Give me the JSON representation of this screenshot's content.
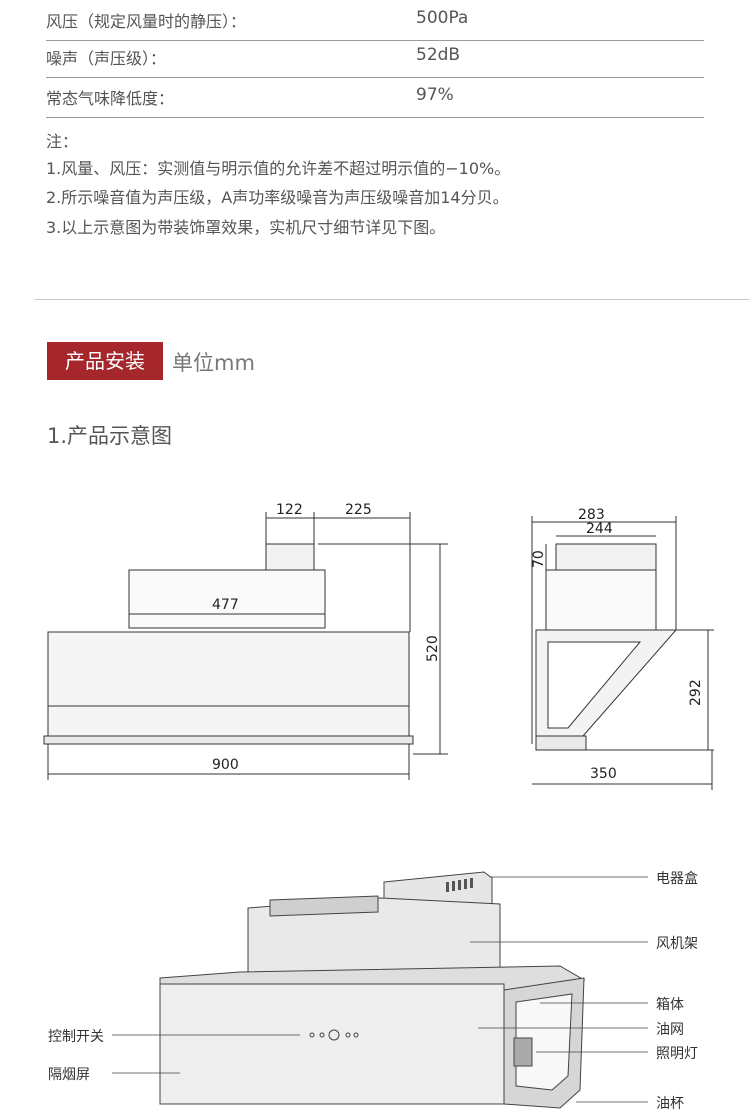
{
  "specs": [
    {
      "label": "风压（规定风量时的静压）：",
      "value": "500Pa"
    },
    {
      "label": "噪声（声压级）：",
      "value": "52dB"
    },
    {
      "label": "常态气味降低度：",
      "value": "97%"
    }
  ],
  "notes": {
    "heading": "注：",
    "items": [
      "1.风量、风压：实测值与明示值的允许差不超过明示值的−10%。",
      "2.所示噪音值为声压级，A声功率级噪音为声压级噪音加14分贝。",
      "3.以上示意图为带装饰罩效果，实机尺寸细节详见下图。"
    ]
  },
  "section": {
    "badge": "产品安装",
    "unit": "单位mm"
  },
  "figure_title": "1.产品示意图",
  "dimensions": {
    "front": {
      "d122": "122",
      "d225": "225",
      "d477": "477",
      "d520": "520",
      "d900": "900"
    },
    "side": {
      "d283": "283",
      "d244": "244",
      "d70": "70",
      "d292": "292",
      "d350": "350"
    }
  },
  "callouts": {
    "electrical_box": "电器盒",
    "fan_frame": "风机架",
    "cabinet": "箱体",
    "oil_net": "油网",
    "lamp": "照明灯",
    "oil_cup": "油杯",
    "control_switch": "控制开关",
    "smoke_screen": "隔烟屏"
  }
}
